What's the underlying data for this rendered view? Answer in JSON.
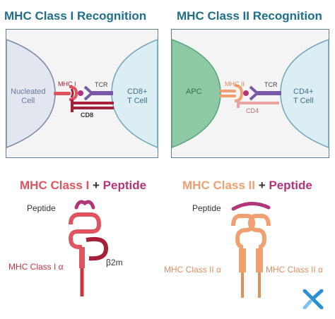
{
  "colors": {
    "title": "#1f6e8c",
    "panel_border": "#5d7f94",
    "panel_bg": "#f4f4f4",
    "nucleated_cell": "#e2e6ef",
    "t_cell": "#dbeef3",
    "apc": "#8ec9a6",
    "mhc1": "#e0545f",
    "mhc1_dark": "#a6203a",
    "mhc2": "#f0a070",
    "peptide": "#b0357a",
    "tcr": "#7a5aa8",
    "logo": "#2b8fd6"
  },
  "panel_left": {
    "title": "MHC Class I Recognition",
    "left_cell": "Nucleated\nCell",
    "right_cell": "CD8+\nT Cell",
    "mhc_label": "MHC I",
    "tcr_label": "TCR",
    "coreceptor_label": "CD8"
  },
  "panel_right": {
    "title": "MHC Class II Recognition",
    "left_cell": "APC",
    "right_cell": "CD4+\nT Cell",
    "mhc_label": "MHC II",
    "tcr_label": "TCR",
    "coreceptor_label": "CD4"
  },
  "bottom_left": {
    "title_part1": "MHC Class I",
    "title_plus": "+",
    "title_part2": "Peptide",
    "peptide_label": "Peptide",
    "alpha_label": "MHC Class I α",
    "b2m_label": "β2m"
  },
  "bottom_right": {
    "title_part1": "MHC Class II",
    "title_plus": "+",
    "title_part2": "Peptide",
    "peptide_label": "Peptide",
    "alpha_label_left": "MHC Class II α",
    "alpha_label_right": "MHC Class II α"
  },
  "logo": {
    "icon": "x-logo-icon"
  }
}
